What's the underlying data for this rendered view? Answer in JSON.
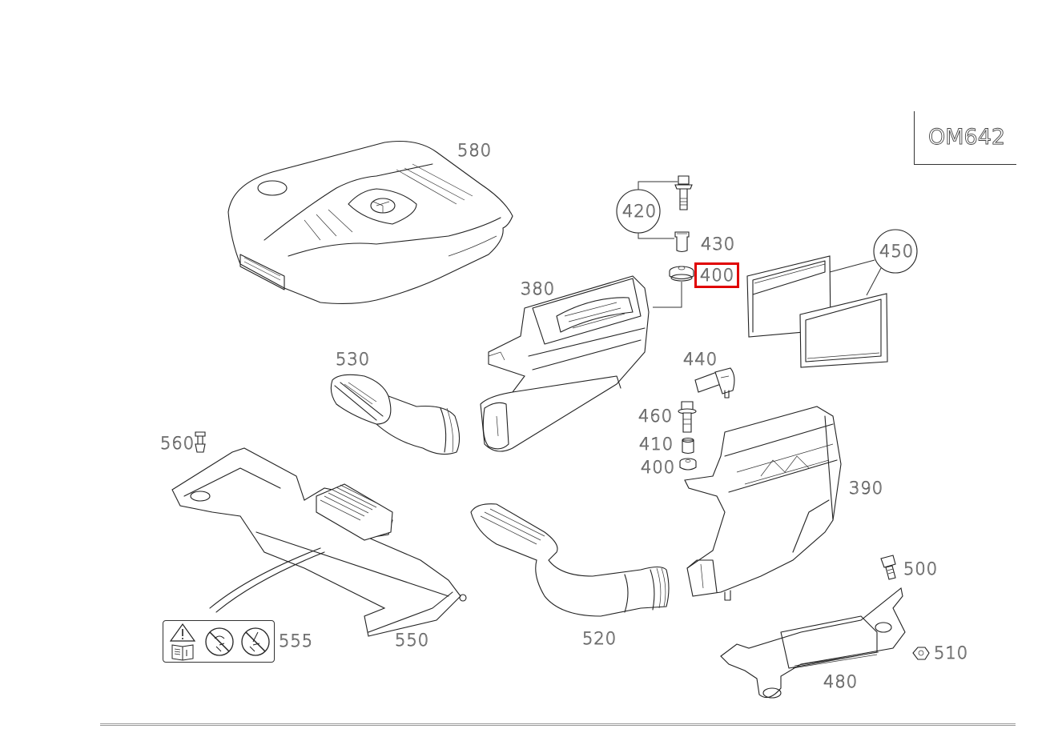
{
  "engine": {
    "code": "OM642"
  },
  "highlight_color": "#e00000",
  "selected_part": "400",
  "labels": {
    "p580": "580",
    "p420": "420",
    "p430": "430",
    "p400_top": "400",
    "p450": "450",
    "p380": "380",
    "p440": "440",
    "p530": "530",
    "p460": "460",
    "p410": "410",
    "p400_bottom": "400",
    "p560": "560",
    "p390": "390",
    "p500": "500",
    "p555": "555",
    "p550": "550",
    "p520": "520",
    "p510": "510",
    "p480": "480"
  },
  "parts": [
    {
      "id": "580",
      "name": "engine-cover"
    },
    {
      "id": "420",
      "name": "screw-set-callout"
    },
    {
      "id": "430",
      "name": "bushing"
    },
    {
      "id": "400",
      "name": "rubber-mount"
    },
    {
      "id": "450",
      "name": "air-filter-elements"
    },
    {
      "id": "380",
      "name": "air-filter-housing-left"
    },
    {
      "id": "440",
      "name": "sensor"
    },
    {
      "id": "530",
      "name": "intake-duct-left"
    },
    {
      "id": "460",
      "name": "bolt"
    },
    {
      "id": "410",
      "name": "spacer-sleeve"
    },
    {
      "id": "560",
      "name": "clip"
    },
    {
      "id": "390",
      "name": "air-filter-housing-right"
    },
    {
      "id": "500",
      "name": "screw"
    },
    {
      "id": "555",
      "name": "warning-label"
    },
    {
      "id": "550",
      "name": "air-intake-manifold"
    },
    {
      "id": "520",
      "name": "intake-duct-right"
    },
    {
      "id": "510",
      "name": "nut"
    },
    {
      "id": "480",
      "name": "bracket"
    }
  ],
  "warning_icons": [
    "warning-triangle-icon",
    "read-manual-icon",
    "no-open-flame-icon",
    "no-tool-icon"
  ]
}
